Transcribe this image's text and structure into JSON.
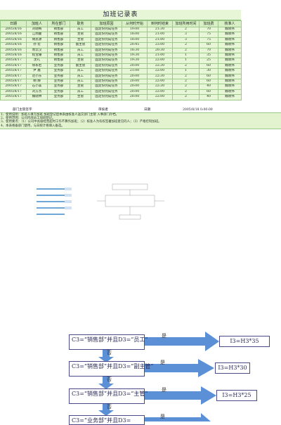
{
  "sheet": {
    "title": "加班记录表",
    "columns": [
      "日期",
      "加班人",
      "所在部门",
      "职务",
      "加班原因",
      "从何时开始",
      "到何时结束",
      "加班所用时间",
      "加班费",
      "核准人"
    ],
    "rows": [
      [
        "2005/8/16",
        "刘晓梅",
        "销售部",
        "员工",
        "固定份完成任务",
        "19:00",
        "21:30",
        "2",
        "70",
        "魏晓伟"
      ],
      [
        "2005/8/16",
        "江雨蔓",
        "销售部",
        "主管",
        "固定份完成任务",
        "18:00",
        "21:00",
        "3",
        "75",
        "魏晓伟"
      ],
      [
        "2005/8/16",
        "胡思源",
        "销售部",
        "主管",
        "固定份完成任务",
        "18:00",
        "21:00",
        "3",
        "75",
        "魏晓伟"
      ],
      [
        "2005/8/16",
        "孙 宏",
        "销售部",
        "副主管",
        "固定份完成任务",
        "20:45",
        "23:00",
        "2",
        "60",
        "魏晓伟"
      ],
      [
        "2005/8/16",
        "周云汉",
        "销售部",
        "员工",
        "固定份完成任务",
        "18:30",
        "20:30",
        "2",
        "70",
        "魏晓伟"
      ],
      [
        "2005/8/16",
        "程宝珊",
        "销售部",
        "员工",
        "固定份完成任务",
        "19:30",
        "21:00",
        "1",
        "35",
        "魏晓伟"
      ],
      [
        "2005/8/17",
        "沈礼",
        "销售部",
        "主管",
        "固定份完成任务",
        "19:30",
        "22:00",
        "1",
        "25",
        "魏晓伟"
      ],
      [
        "2005/8/17",
        "徐永若",
        "业务部",
        "副主管",
        "固定份完成任务",
        "20:00",
        "22:30",
        "2",
        "60",
        "魏晓伟"
      ],
      [
        "2005/8/17",
        "尹 鑫",
        "业务部",
        "员工",
        "固定份完成任务",
        "21:00",
        "22:00",
        "1",
        "30",
        "魏晓伟"
      ],
      [
        "2005/8/17",
        "范小东",
        "业务部",
        "员工",
        "固定份完成任务",
        "20:00",
        "22:30",
        "2",
        "60",
        "魏晓伟"
      ],
      [
        "2005/8/17",
        "胡 静",
        "业务部",
        "员工",
        "固定份完成任务",
        "20:00",
        "22:00",
        "2",
        "60",
        "魏晓伟"
      ],
      [
        "2005/8/17",
        "石小美",
        "业务部",
        "主管",
        "固定份完成任务",
        "20:00",
        "22:30",
        "2",
        "40",
        "魏晓伟"
      ],
      [
        "2005/8/17",
        "刘方杰",
        "业务部",
        "员工",
        "固定份完成任务",
        "20:00",
        "22:00",
        "2",
        "60",
        "魏晓伟"
      ],
      [
        "2005/8/17",
        "魏晓林",
        "业务部",
        "主管",
        "固定份完成任务",
        "20:00",
        "22:00",
        "2",
        "40",
        "魏晓伟"
      ]
    ],
    "footer": {
      "left": "部门主管签字",
      "mid": "审核者",
      "date_label": "日期",
      "date_value": "2005/8/18 0:00:00"
    },
    "notes": [
      "1、使用说明：加班人填写加班 加班登记后本表由核准人送交部门主管 入事部门存档。",
      "2、使用范围：公司内部员工加班登记。",
      "3、使用要点：（1）公司中高级经营超时工作不算作加班；（2）核准人为有权签署加班意见的人；（3）严格控制加班。",
      "4、本表格备部门使用，与日统计格填入备选。"
    ]
  },
  "flowchart": {
    "boxes": [
      "C3=“销售部”并且D3=“员工”",
      "C3=“销售部”并且D3=“副主管”",
      "C3=“销售部”并且D3=“主管”",
      "C3=“业务部”并且D3="
    ],
    "results": [
      "I3=H3*35",
      "I3=H3*30",
      "I3=H3*25"
    ],
    "yes_label": "是",
    "no_label": "否"
  },
  "colors": {
    "sheet_bg": "#e7f6d6",
    "arrow_blue": "#5b8fd6",
    "box_border": "#4a4a8a"
  }
}
